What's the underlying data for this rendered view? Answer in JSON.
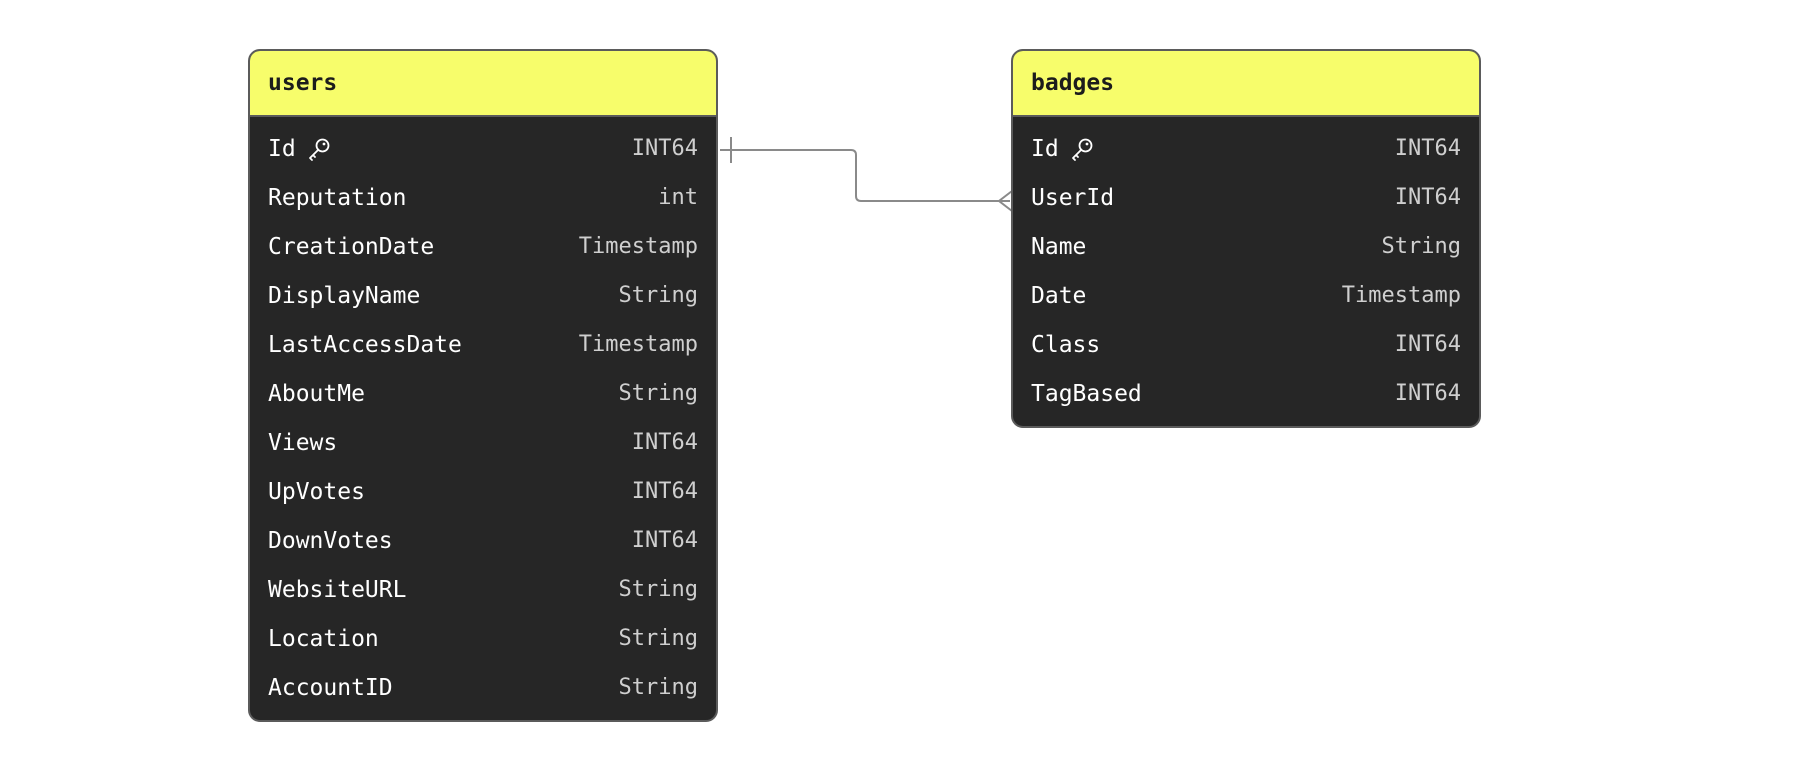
{
  "tables": {
    "users": {
      "name": "users",
      "columns": [
        {
          "name": "Id",
          "type": "INT64",
          "key": true
        },
        {
          "name": "Reputation",
          "type": "int",
          "key": false
        },
        {
          "name": "CreationDate",
          "type": "Timestamp",
          "key": false
        },
        {
          "name": "DisplayName",
          "type": "String",
          "key": false
        },
        {
          "name": "LastAccessDate",
          "type": "Timestamp",
          "key": false
        },
        {
          "name": "AboutMe",
          "type": "String",
          "key": false
        },
        {
          "name": "Views",
          "type": "INT64",
          "key": false
        },
        {
          "name": "UpVotes",
          "type": "INT64",
          "key": false
        },
        {
          "name": "DownVotes",
          "type": "INT64",
          "key": false
        },
        {
          "name": "WebsiteURL",
          "type": "String",
          "key": false
        },
        {
          "name": "Location",
          "type": "String",
          "key": false
        },
        {
          "name": "AccountID",
          "type": "String",
          "key": false
        }
      ]
    },
    "badges": {
      "name": "badges",
      "columns": [
        {
          "name": "Id",
          "type": "INT64",
          "key": true
        },
        {
          "name": "UserId",
          "type": "INT64",
          "key": false
        },
        {
          "name": "Name",
          "type": "String",
          "key": false
        },
        {
          "name": "Date",
          "type": "Timestamp",
          "key": false
        },
        {
          "name": "Class",
          "type": "INT64",
          "key": false
        },
        {
          "name": "TagBased",
          "type": "INT64",
          "key": false
        }
      ]
    }
  },
  "relationships": [
    {
      "from_table": "users",
      "from_column": "Id",
      "from_cardinality": "one",
      "to_table": "badges",
      "to_column": "UserId",
      "to_cardinality": "many"
    }
  ],
  "icons": {
    "primary_key": "key-icon"
  },
  "colors": {
    "header_bg": "#f7fd6b",
    "body_bg": "#262626",
    "border": "#5b5b5b",
    "connector": "#8a8a8a"
  }
}
